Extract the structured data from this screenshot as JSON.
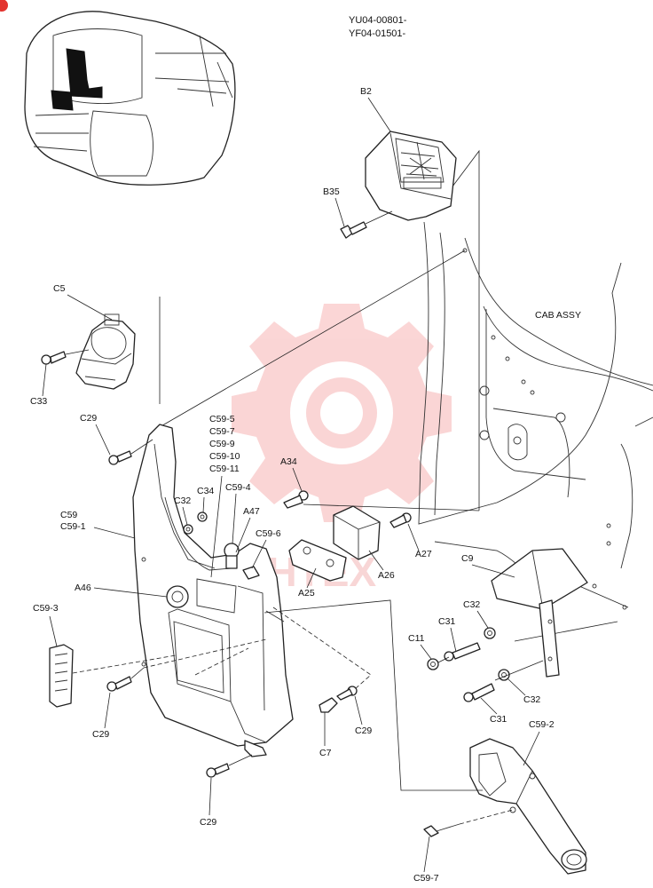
{
  "header": {
    "line1": "YU04-00801-",
    "line2": "YF04-01501-"
  },
  "watermark": {
    "text": "VIHTEX",
    "color": "#e24a4a"
  },
  "labels": {
    "B2": "B2",
    "B35": "B35",
    "C5": "C5",
    "C33": "C33",
    "CAB_ASSY": "CAB ASSY",
    "C29_a": "C29",
    "C59_5": "C59-5",
    "C59_7a": "C59-7",
    "C59_9": "C59-9",
    "C59_10": "C59-10",
    "C59_11": "C59-11",
    "A34": "A34",
    "C59_4": "C59-4",
    "C34": "C34",
    "C32_a": "C32",
    "A47": "A47",
    "C59": "C59",
    "C59_1": "C59-1",
    "C59_6": "C59-6",
    "A27": "A27",
    "A26": "A26",
    "A25": "A25",
    "A46": "A46",
    "C9": "C9",
    "C59_3": "C59-3",
    "C32_b": "C32",
    "C31_a": "C31",
    "C11": "C11",
    "C32_c": "C32",
    "C31_b": "C31",
    "C29_b": "C29",
    "C29_c": "C29",
    "C7": "C7",
    "C59_2": "C59-2",
    "C29_d": "C29",
    "C59_7b": "C59-7"
  }
}
